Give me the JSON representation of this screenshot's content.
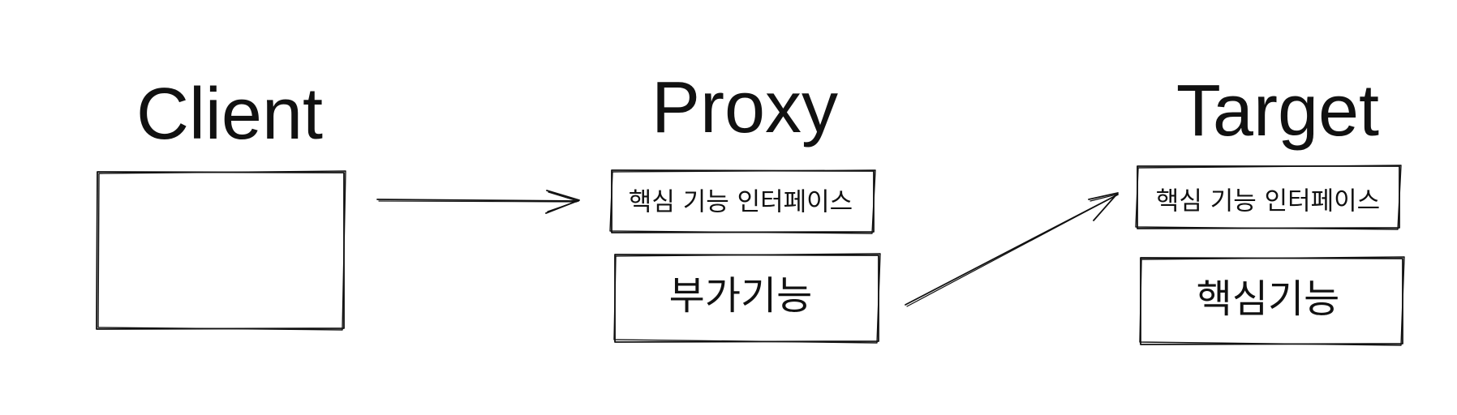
{
  "nodes": {
    "client": {
      "title": "Client"
    },
    "proxy": {
      "title": "Proxy",
      "interface_label": "핵심 기능 인터페이스",
      "extra_label": "부가기능"
    },
    "target": {
      "title": "Target",
      "interface_label": "핵심 기능 인터페이스",
      "core_label": "핵심기능"
    }
  },
  "edges": [
    {
      "from": "client",
      "to": "proxy interface"
    },
    {
      "from": "proxy extra",
      "to": "target interface"
    }
  ],
  "style": {
    "stroke": "#111111",
    "background": "#ffffff"
  }
}
